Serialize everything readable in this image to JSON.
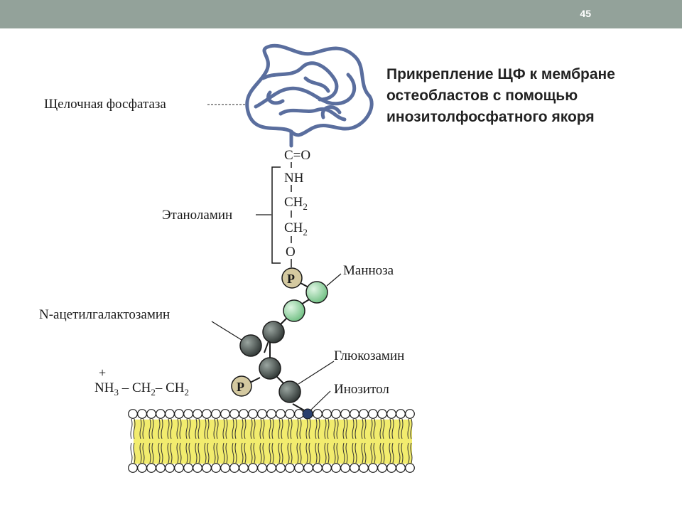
{
  "slide": {
    "number": "45",
    "title": "Прикрепление ЩФ к мембране остеобластов с помощью инозитолфосфатного якоря"
  },
  "diagram": {
    "labels": {
      "enzyme": "Щелочная фосфатаза",
      "ethanolamine": "Этаноламин",
      "mannose": "Манноза",
      "acetylgalactosamine": "N-ацетилгалактозамин",
      "glucosamine": "Глюкозамин",
      "inositol": "Инозитол"
    },
    "chem": {
      "co": "C=O",
      "nh": "NH",
      "ch2_a": "CH",
      "ch2_b": "CH",
      "sub2_a": "2",
      "sub2_b": "2",
      "o": "O",
      "p_main": "P",
      "p_side": "P",
      "plus": "+",
      "nh3_chain": "NH",
      "sub3": "3",
      "dash1": " – CH",
      "sub2_c": "2",
      "dash2": "– CH",
      "sub2_d": "2"
    },
    "colors": {
      "protein": "#5a6e9e",
      "membrane": "#f2ec6e",
      "mannose": "#8fd69c",
      "dark_sugar": "#4a5350",
      "phosphate": "#d4c9a0",
      "inositol_dot": "#2a3f6e"
    }
  }
}
